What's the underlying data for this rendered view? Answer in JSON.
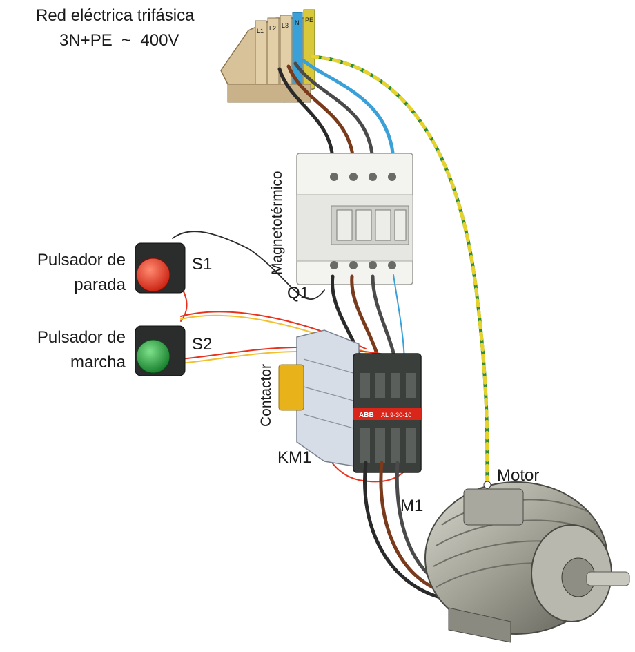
{
  "supply": {
    "title": "Red eléctrica trifásica",
    "spec": "3N+PE  ~  400V",
    "terminal_marks": [
      "L1",
      "L2",
      "L3",
      "N",
      "PE"
    ]
  },
  "breaker": {
    "name": "Magnetotérmico",
    "id": "Q1"
  },
  "stop_button": {
    "label_line1": "Pulsador de",
    "label_line2": "parada",
    "id": "S1",
    "color": "#e8321e"
  },
  "start_button": {
    "label_line1": "Pulsador de",
    "label_line2": "marcha",
    "id": "S2",
    "color": "#1fa23a"
  },
  "contactor": {
    "name": "Contactor",
    "id": "KM1",
    "brand": "ABB",
    "model": "AL 9-30-10"
  },
  "motor": {
    "name": "Motor",
    "id": "M1"
  },
  "colors": {
    "phase_l1": "#2a2a2a",
    "phase_l2": "#7a3a1c",
    "phase_l3": "#4a4a4a",
    "neutral": "#3aa0d8",
    "earth_green": "#2f8a3a",
    "earth_yellow": "#e6d22a",
    "control_red": "#e8321e",
    "control_yellow": "#f0c030"
  }
}
